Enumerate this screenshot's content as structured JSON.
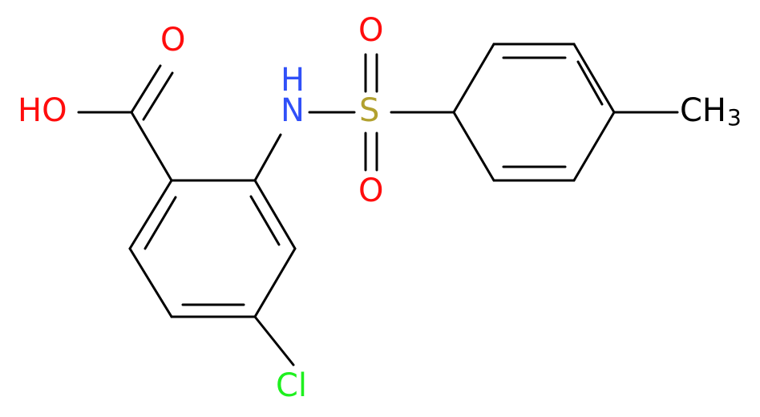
{
  "atoms": {
    "hydroxyl": "HO",
    "carbonyl_oxygen": "O",
    "amine": "NH",
    "amine_n": "N",
    "amine_h": "H",
    "sulfur": "S",
    "sulfonyl_oxygen_top": "O",
    "sulfonyl_oxygen_bottom": "O",
    "chlorine": "Cl",
    "methyl": "CH",
    "methyl_subscript": "3"
  },
  "colors": {
    "bond": "#000000",
    "oxygen": "#ff0d0d",
    "nitrogen": "#3050f8",
    "sulfur": "#b2a12f",
    "chlorine": "#1ff01f",
    "carbon": "#000000"
  }
}
